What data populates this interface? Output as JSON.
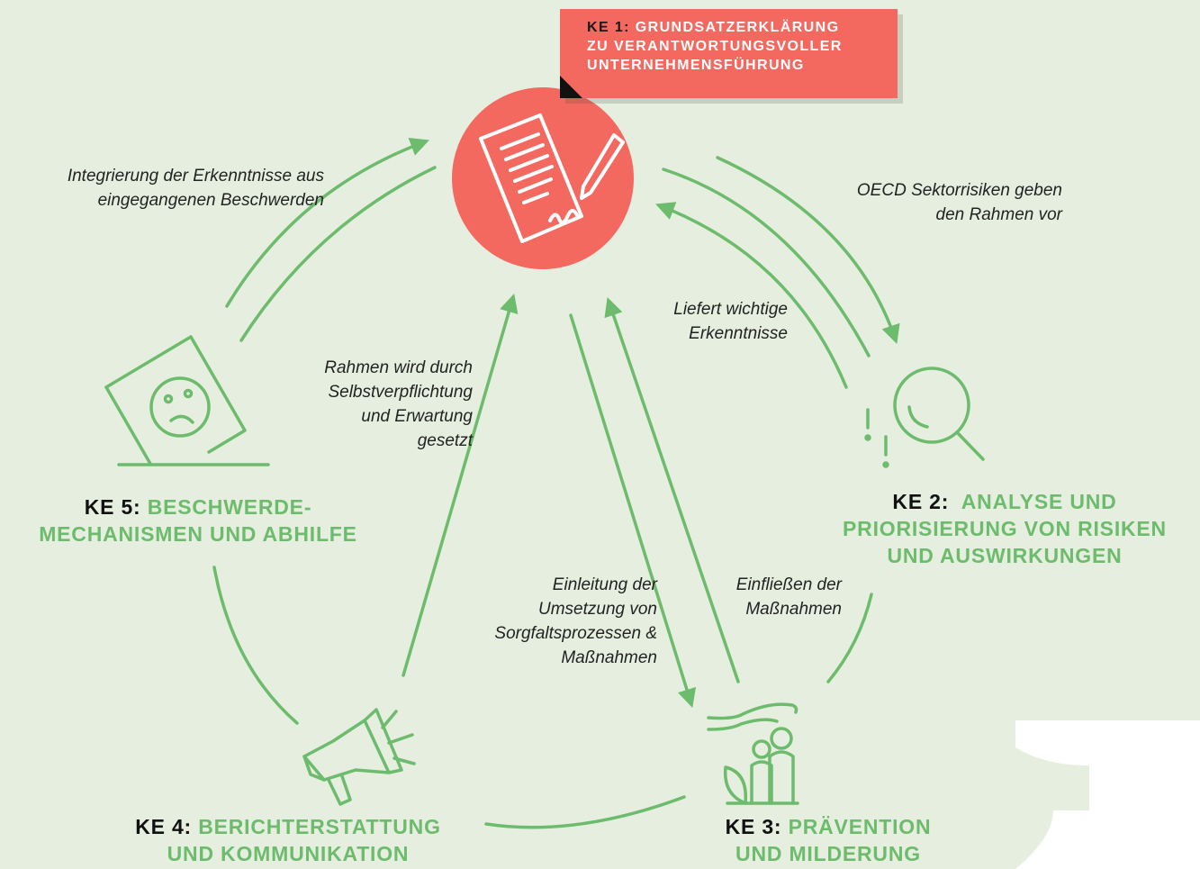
{
  "colors": {
    "background": "#e6efdf",
    "green": "#6dbb6c",
    "coral": "#f4695f",
    "dark": "#111111"
  },
  "ke1": {
    "prefix": "KE 1:",
    "line1": "GRUNDSATZERKLÄRUNG",
    "line2": "ZU VERANTWORTUNGSVOLLER",
    "line3": "UNTERNEHMENSFÜHRUNG",
    "icon": "signed-document-icon"
  },
  "ke2": {
    "prefix": "KE 2:",
    "line1": "ANALYSE UND",
    "line2": "PRIORISIERUNG VON RISIKEN",
    "line3": "UND AUSWIRKUNGEN",
    "icon": "magnifier-with-alerts-icon"
  },
  "ke3": {
    "prefix": "KE 3:",
    "line1": "PRÄVENTION",
    "line2": "UND MILDERUNG",
    "icon": "protective-hand-people-icon"
  },
  "ke4": {
    "prefix": "KE 4:",
    "line1": "BERICHTERSTATTUNG",
    "line2": "UND KOMMUNIKATION",
    "icon": "megaphone-icon"
  },
  "ke5": {
    "prefix": "KE 5:",
    "line1": "BESCHWERDE-",
    "line2": "MECHANISMEN UND ABHILFE",
    "icon": "sad-face-ballot-icon"
  },
  "notes": {
    "n1": {
      "l1": "Integrierung der Erkenntnisse aus",
      "l2": "eingegangenen Beschwerden"
    },
    "n2": {
      "l1": "OECD Sektorrisiken geben",
      "l2": "den Rahmen vor"
    },
    "n3": {
      "l1": "Liefert wichtige",
      "l2": "Erkenntnisse"
    },
    "n4": {
      "l1": "Rahmen wird durch",
      "l2": "Selbstverpflichtung",
      "l3": "und Erwartung",
      "l4": "gesetzt"
    },
    "n5": {
      "l1": "Einleitung der",
      "l2": "Umsetzung von",
      "l3": "Sorgfaltsprozessen &",
      "l4": "Maßnahmen"
    },
    "n6": {
      "l1": "Einfließen der",
      "l2": "Maßnahmen"
    }
  }
}
